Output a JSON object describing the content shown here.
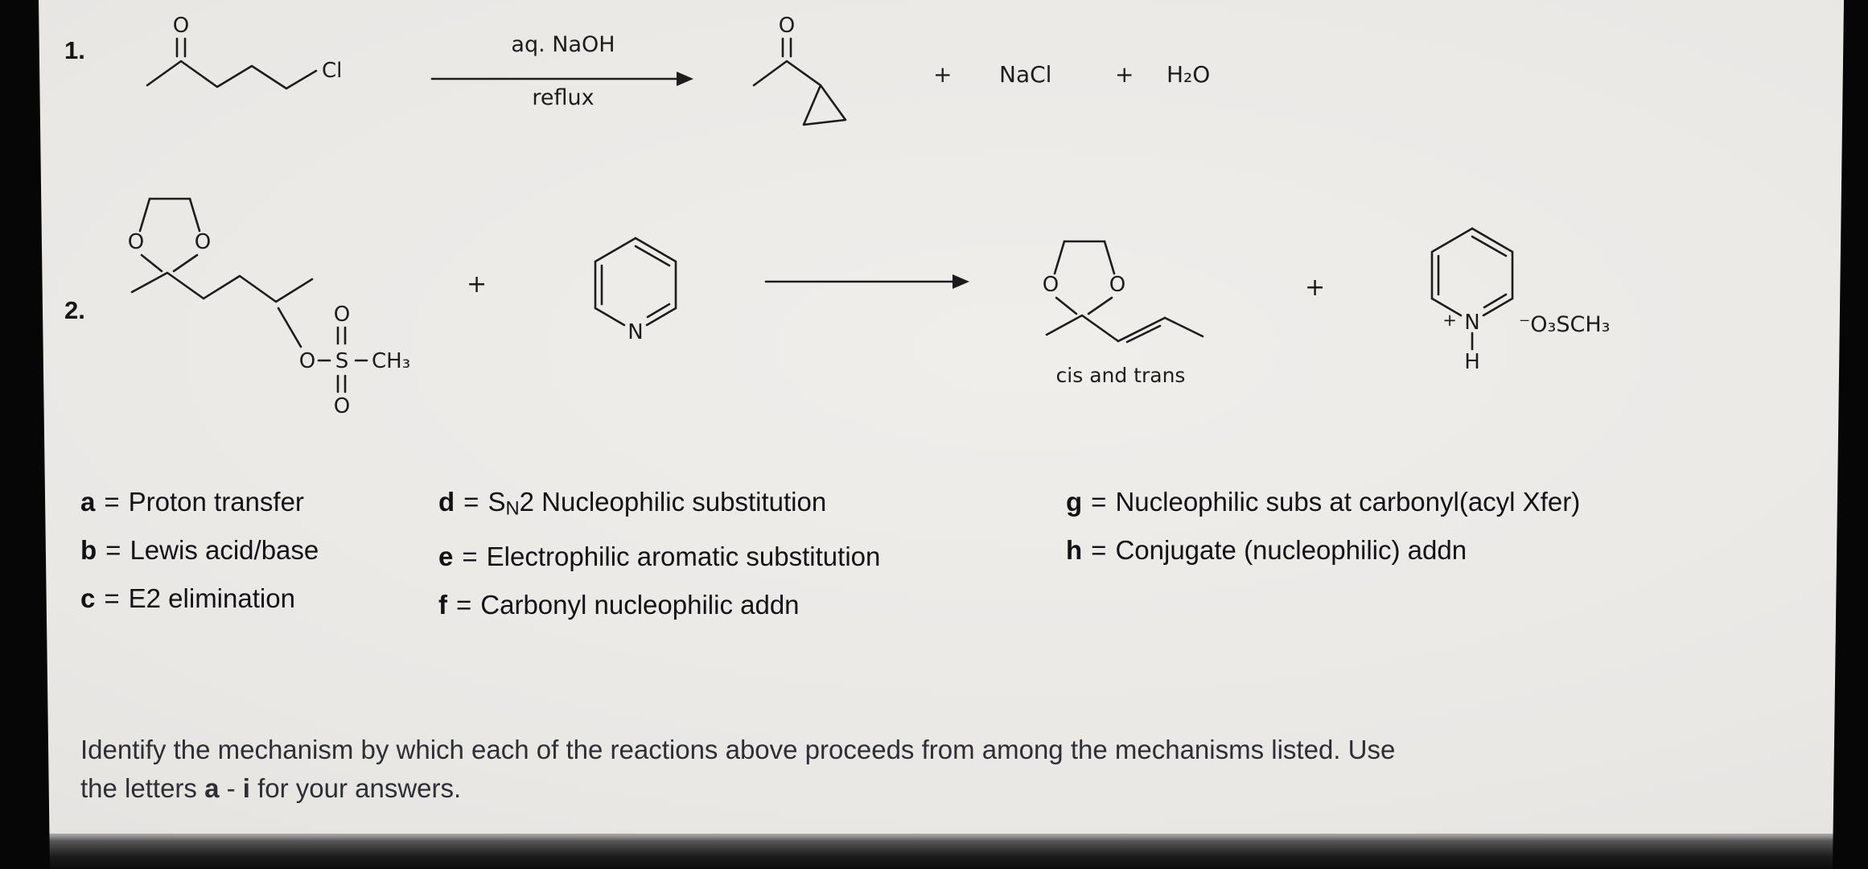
{
  "reaction1": {
    "number": "1.",
    "arrow_label_top": "aq. NaOH",
    "arrow_label_bottom": "reflux",
    "plus_a": "+",
    "product_salt": "NaCl",
    "plus_b": "+",
    "product_water": "H₂O",
    "atoms": {
      "o_ketone": "O",
      "cl": "Cl",
      "o_product": "O"
    }
  },
  "reaction2": {
    "number": "2.",
    "plus_reactants": "+",
    "plus_products": "+",
    "product_isomer_label": "cis and trans",
    "mesylate_anion": "⁻O₃SCH₃",
    "acetal_reactant": {
      "o_left": "O",
      "o_right": "O",
      "o_ester": "O",
      "s": "S",
      "ch3": "CH₃",
      "o_top": "O",
      "o_bottom": "O"
    },
    "pyridine": {
      "n": "N"
    },
    "acetal_product": {
      "o_left": "O",
      "o_right": "O"
    },
    "pyridinium": {
      "plus": "+",
      "n": "N",
      "h": "H"
    }
  },
  "mechanisms": {
    "col1": [
      {
        "letter": "a",
        "sep": "=",
        "text": "Proton transfer"
      },
      {
        "letter": "b",
        "sep": "=",
        "text": "Lewis acid/base"
      },
      {
        "letter": "c",
        "sep": "=",
        "text": "E2 elimination"
      }
    ],
    "col2": [
      {
        "letter": "d",
        "sep": "=",
        "pre": "S",
        "sub": "N",
        "post": "2 Nucleophilic substitution"
      },
      {
        "letter": "e",
        "sep": "=",
        "text": "Electrophilic aromatic substitution"
      },
      {
        "letter": "f",
        "sep": "=",
        "text": "Carbonyl nucleophilic addn"
      }
    ],
    "col3": [
      {
        "letter": "g",
        "sep": "=",
        "text": "Nucleophilic subs at carbonyl(acyl Xfer)"
      },
      {
        "letter": "h",
        "sep": "=",
        "text": "Conjugate (nucleophilic) addn"
      }
    ]
  },
  "instruction": {
    "line1": "Identify the mechanism by which each of the reactions above proceeds from among the mechanisms listed. Use",
    "line2_pre": "the letters ",
    "bold1": "a",
    "mid": " - ",
    "bold2": "i",
    "line2_post": " for your answers."
  }
}
